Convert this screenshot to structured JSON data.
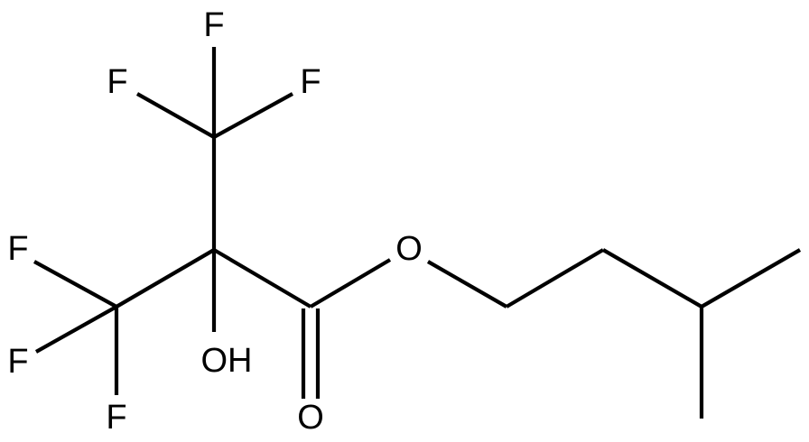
{
  "structure": {
    "atoms": {
      "f_top": "F",
      "f_upper_left": "F",
      "f_upper_right": "F",
      "f_mid_left": "F",
      "f_lower_left": "F",
      "f_bottom": "F",
      "hydroxyl": "OH",
      "ester_oxygen": "O",
      "carbonyl_oxygen": "O"
    }
  }
}
